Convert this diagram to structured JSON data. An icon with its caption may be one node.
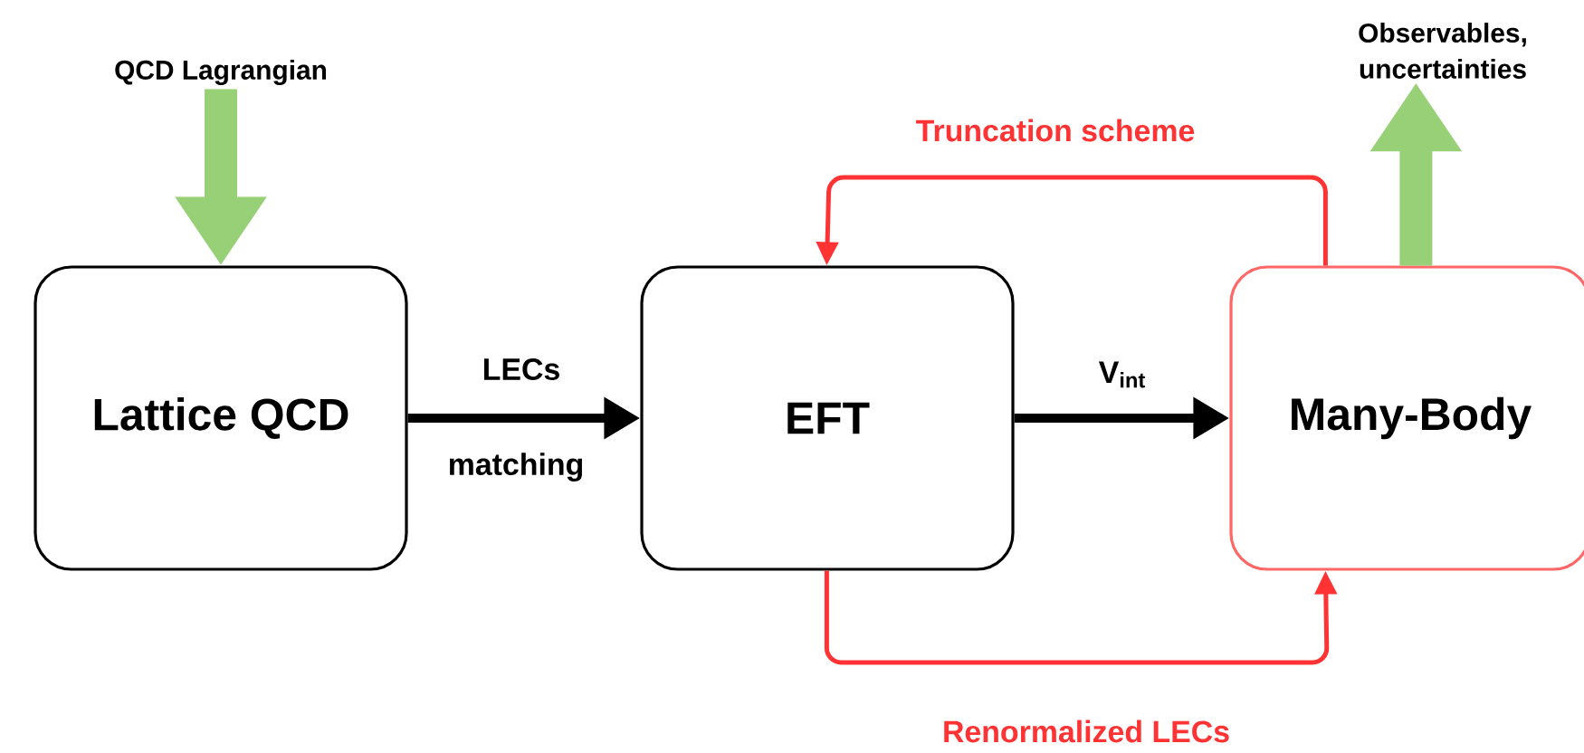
{
  "diagram": {
    "nodes": [
      {
        "text": [
          "QCD Lagrangian"
        ]
      },
      {
        "text": [
          "Lattice QCD"
        ]
      },
      {
        "text": [
          "EFT"
        ]
      },
      {
        "text": [
          "Many-Body"
        ]
      },
      {
        "text": [
          "Observables, uncertainties"
        ]
      }
    ],
    "edges": [
      {
        "from": 0,
        "to": 1,
        "arrow": "to",
        "style": "thick",
        "color": "#97d077"
      },
      {
        "from": 1,
        "to": 2,
        "arrow": "to",
        "label": "LECs",
        "color": "#000000"
      },
      {
        "from": 2,
        "to": 3,
        "arrow": "to",
        "label": "V$_{int}$",
        "color": "#000000"
      },
      {
        "from": 3,
        "to": 2,
        "arrow": "to",
        "label": "Truncation scheme",
        "color": "#ff3333"
      },
      {
        "from": 2,
        "to": 3,
        "arrow": "to",
        "label": "Renormalized LECs",
        "color": "#ff3333"
      },
      {
        "from": 3,
        "to": 4,
        "arrow": "to",
        "style": "thick",
        "color": "#97d077"
      }
    ],
    "labels": [
      "matching"
    ]
  }
}
